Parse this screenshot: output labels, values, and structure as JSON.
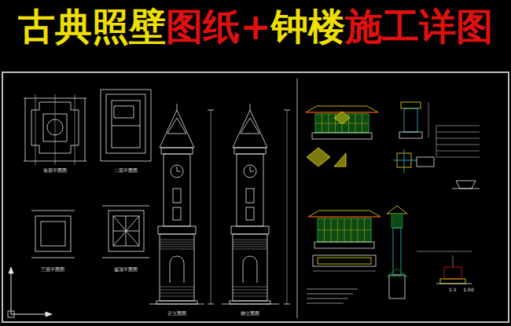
{
  "diagram": {
    "labels": [
      "古典照壁",
      "图纸+",
      "钟楼",
      "施工详图",
      "首层平面图",
      "二层平面图",
      "三层平面图",
      "屋顶平面图",
      "正立面图",
      "侧立面图",
      "1-1",
      "1:50"
    ]
  }
}
